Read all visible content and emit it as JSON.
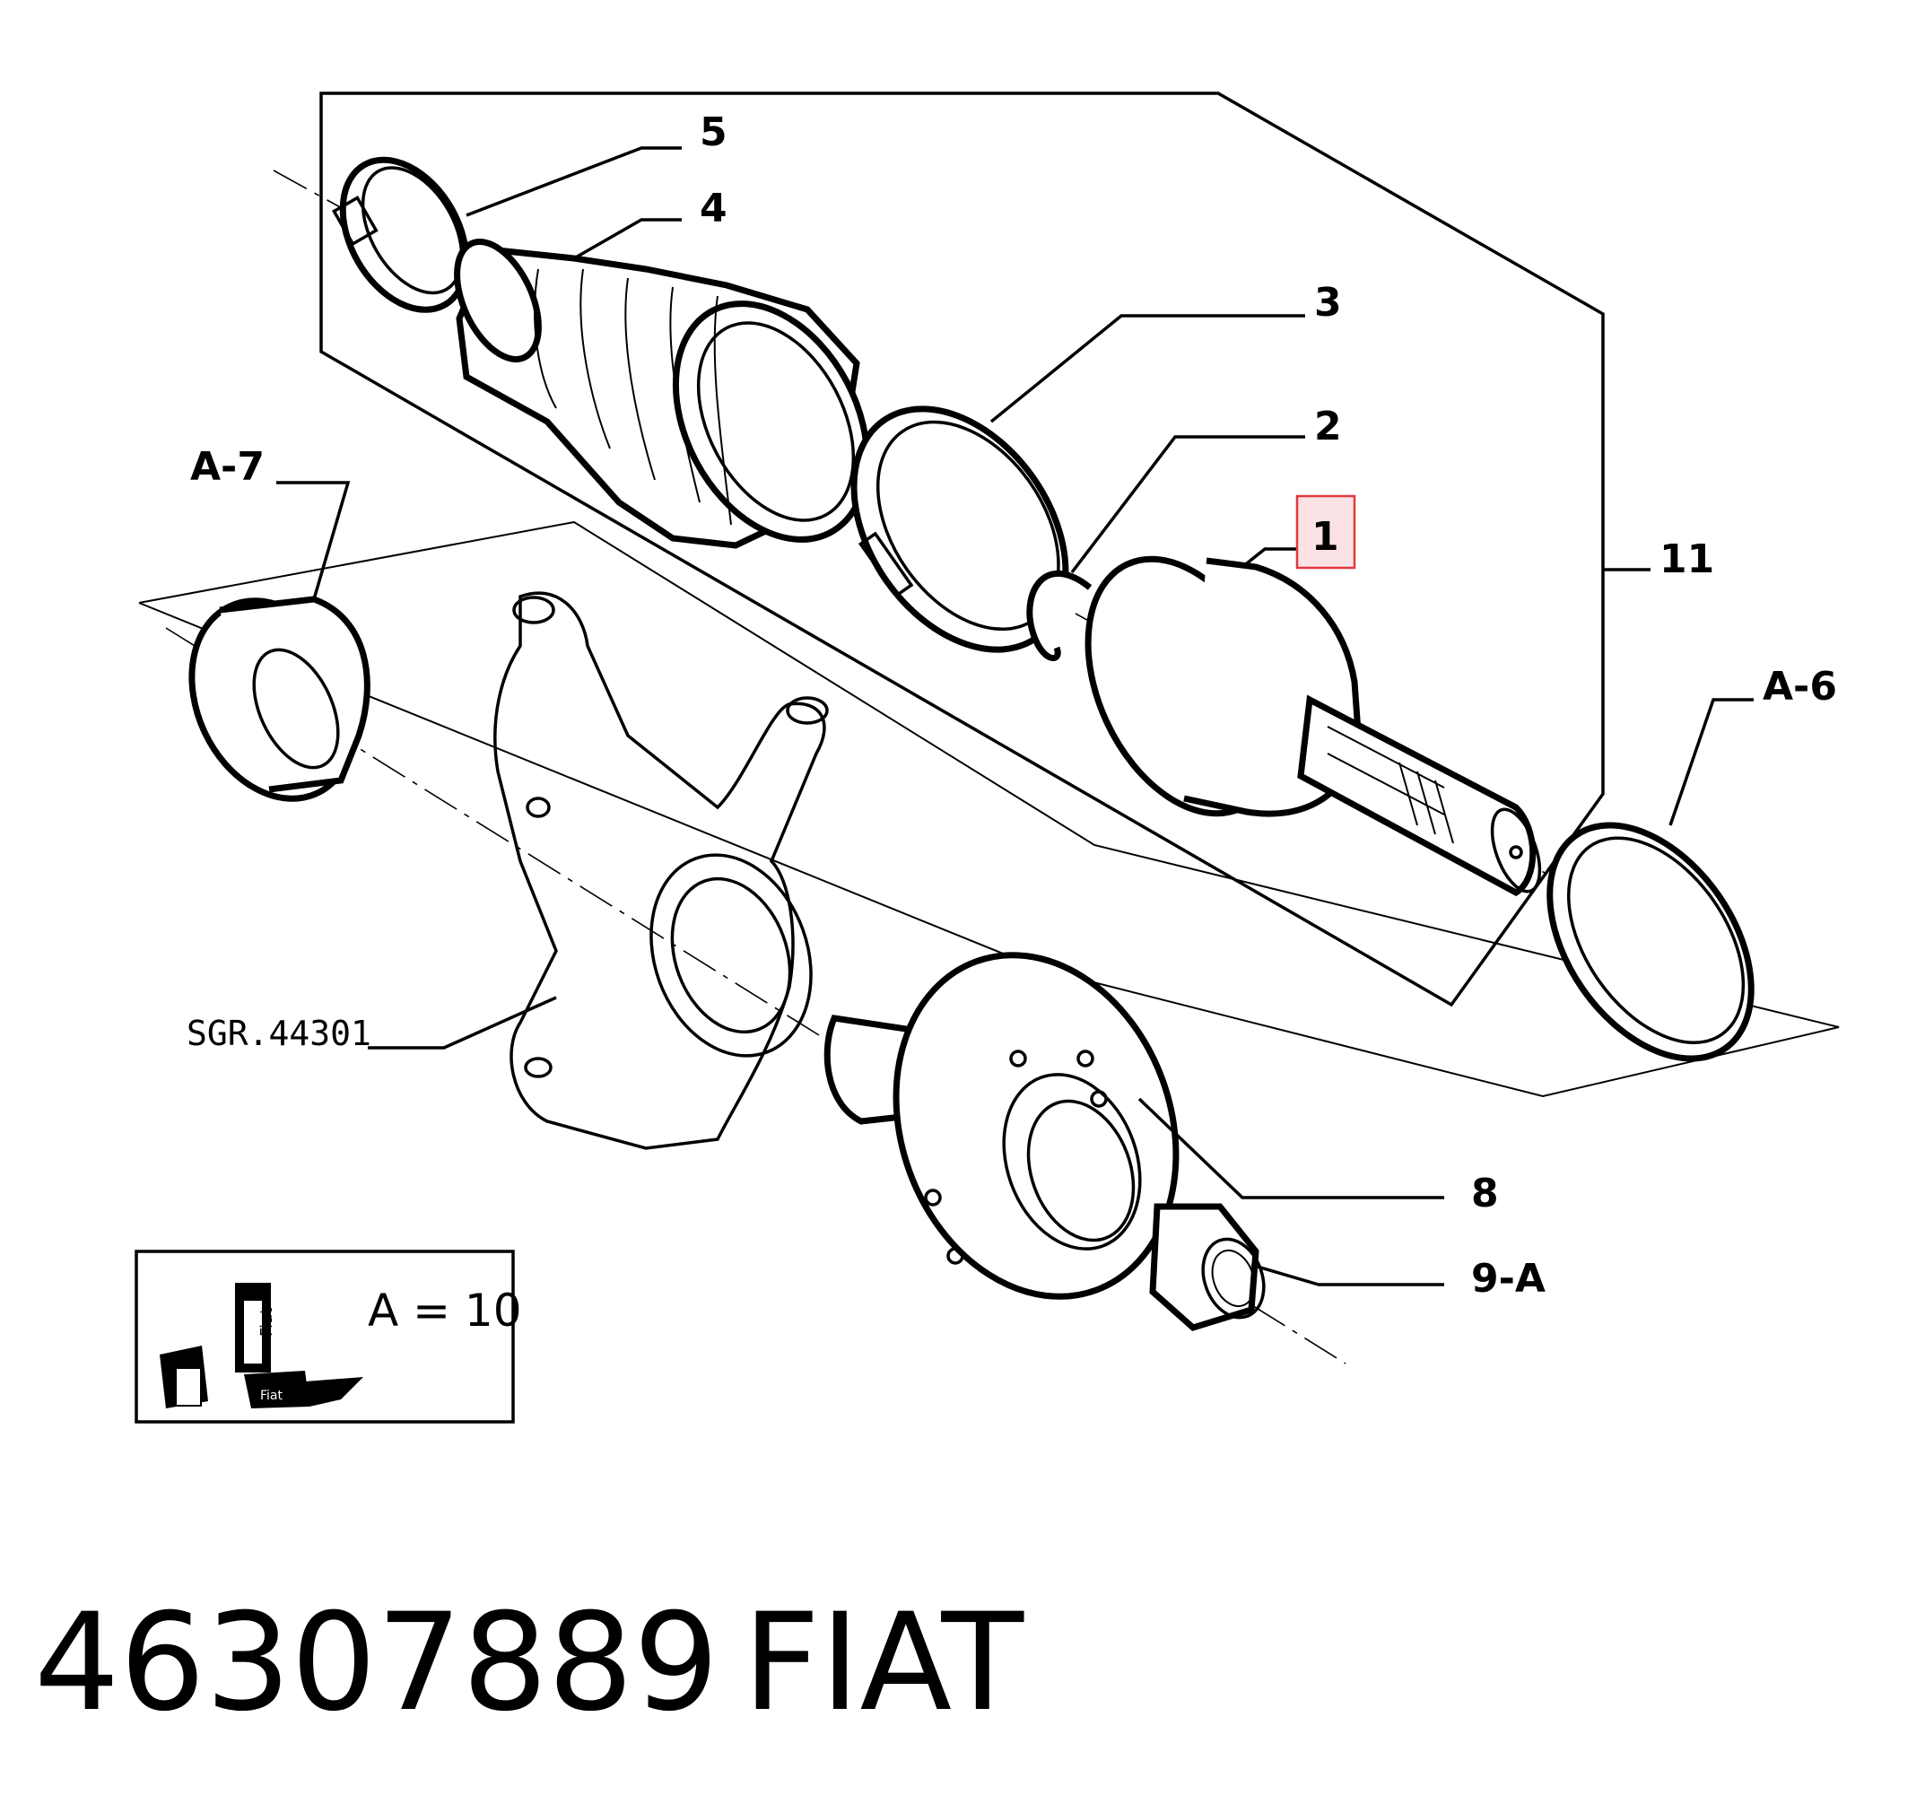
{
  "labels": {
    "p1": "1",
    "p2": "2",
    "p3": "3",
    "p4": "4",
    "p5": "5",
    "p8": "8",
    "p9": "9-A",
    "p11": "11",
    "a6": "A-6",
    "a7": "A-7",
    "ref": "SGR.44301"
  },
  "kit": {
    "formula": "A = 10",
    "tube_text": "Fiat",
    "box_text": "Fiat"
  },
  "footer": {
    "part_number": "46307889",
    "brand": "FIAT"
  },
  "highlight_color": "#e0383c",
  "highlight_fill": "#fbe2e4"
}
